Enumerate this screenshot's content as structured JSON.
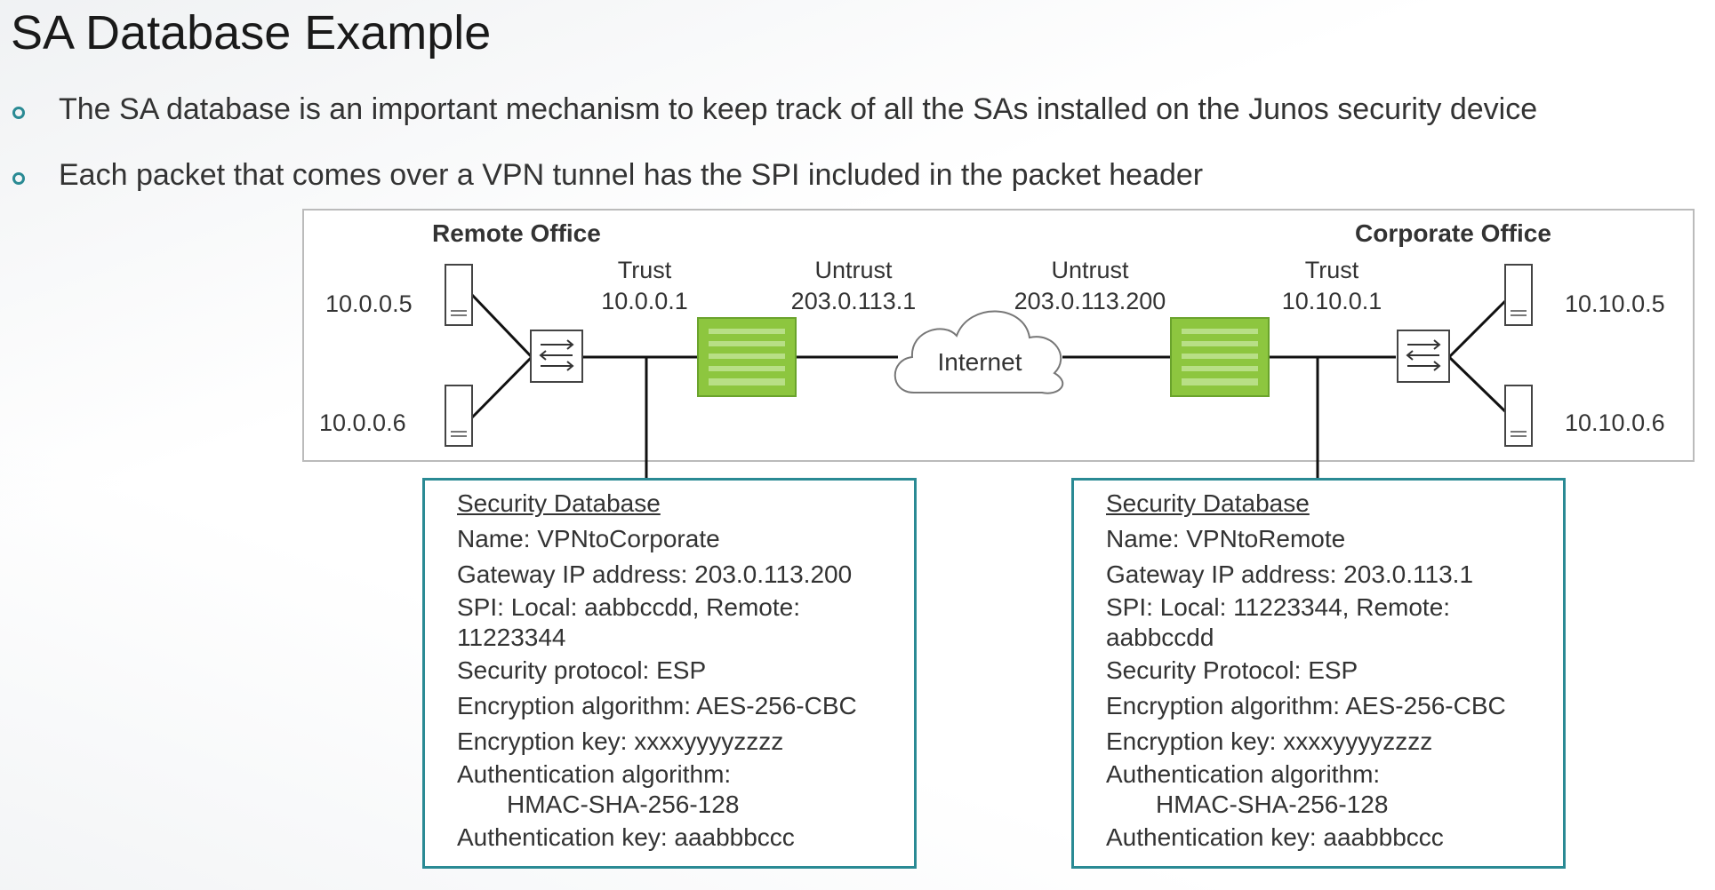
{
  "title": "SA Database Example",
  "bullets": [
    "The SA database is an important mechanism to keep track of all the SAs installed on the Junos security device",
    "Each packet that comes over a VPN tunnel has the SPI included in the packet header"
  ],
  "diagram": {
    "remote_office": "Remote Office",
    "corporate_office": "Corporate Office",
    "internet": "Internet",
    "remote_hosts": [
      "10.0.0.5",
      "10.0.0.6"
    ],
    "corporate_hosts": [
      "10.10.0.5",
      "10.10.0.6"
    ],
    "remote_trust": {
      "zone": "Trust",
      "ip": "10.0.0.1"
    },
    "remote_untrust": {
      "zone": "Untrust",
      "ip": "203.0.113.1"
    },
    "corporate_untrust": {
      "zone": "Untrust",
      "ip": "203.0.113.200"
    },
    "corporate_trust": {
      "zone": "Trust",
      "ip": "10.10.0.1"
    },
    "colors": {
      "firewall": "#8dc63f",
      "db_border": "#2a8a94",
      "bullet": "#2a8a94"
    }
  },
  "remote_db": {
    "heading": "Security Database",
    "name": "Name: VPNtoCorporate",
    "gateway": "Gateway IP address: 203.0.113.200",
    "spi_1": "SPI: Local: aabbccdd, Remote:",
    "spi_2": "11223344",
    "protocol": "Security protocol: ESP",
    "enc_alg": "Encryption algorithm: AES-256-CBC",
    "enc_key": "Encryption key: xxxxyyyyzzzz",
    "auth_alg_1": "Authentication algorithm:",
    "auth_alg_2": "HMAC-SHA-256-128",
    "auth_key": "Authentication key: aaabbbccc"
  },
  "corporate_db": {
    "heading": "Security Database",
    "name": "Name: VPNtoRemote",
    "gateway": "Gateway IP address: 203.0.113.1",
    "spi_1": "SPI: Local: 11223344, Remote:",
    "spi_2": "aabbccdd",
    "protocol": "Security Protocol: ESP",
    "enc_alg": "Encryption algorithm: AES-256-CBC",
    "enc_key": "Encryption key: xxxxyyyyzzzz",
    "auth_alg_1": "Authentication algorithm:",
    "auth_alg_2": "HMAC-SHA-256-128",
    "auth_key": "Authentication key: aaabbbccc"
  }
}
